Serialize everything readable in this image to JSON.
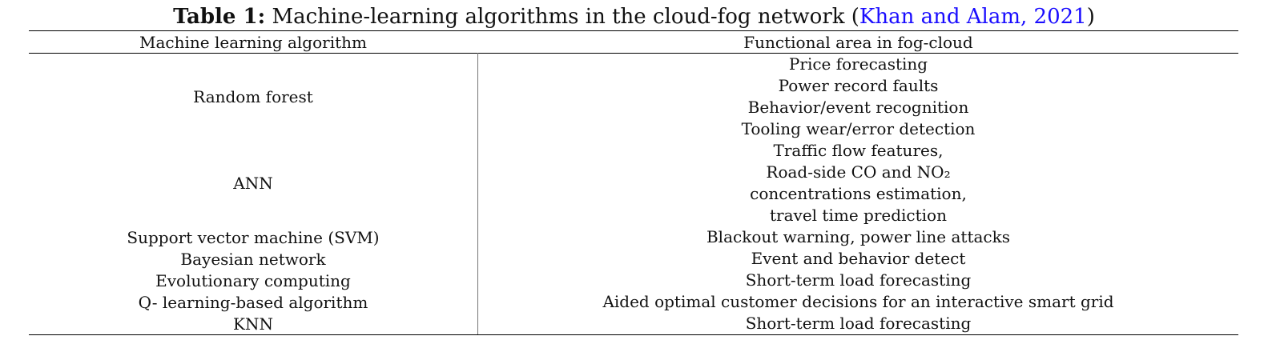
{
  "caption": {
    "label": "Table 1:",
    "text": " Machine-learning algorithms in the cloud-fog network (",
    "citation": "Khan and Alam, 2021",
    "close": ")"
  },
  "table": {
    "headers": [
      "Machine learning algorithm",
      "Functional area in fog-cloud"
    ],
    "rows": [
      {
        "algorithm": "Random forest",
        "areas": [
          "Price forecasting",
          "Power record faults",
          "Behavior/event recognition",
          "Tooling wear/error detection"
        ]
      },
      {
        "algorithm": "ANN",
        "areas": [
          "Traffic flow features,",
          "Road-side CO and NO₂",
          "concentrations estimation,",
          "travel time prediction"
        ]
      },
      {
        "algorithm": "Support vector machine (SVM)",
        "areas": [
          "Blackout warning, power line attacks"
        ]
      },
      {
        "algorithm": "Bayesian network",
        "areas": [
          "Event and behavior detect"
        ]
      },
      {
        "algorithm": "Evolutionary computing",
        "areas": [
          "Short-term load forecasting"
        ]
      },
      {
        "algorithm": "Q- learning-based algorithm",
        "areas": [
          "Aided optimal customer decisions for an interactive smart grid"
        ]
      },
      {
        "algorithm": "KNN",
        "areas": [
          "Short-term load forecasting"
        ]
      }
    ]
  }
}
